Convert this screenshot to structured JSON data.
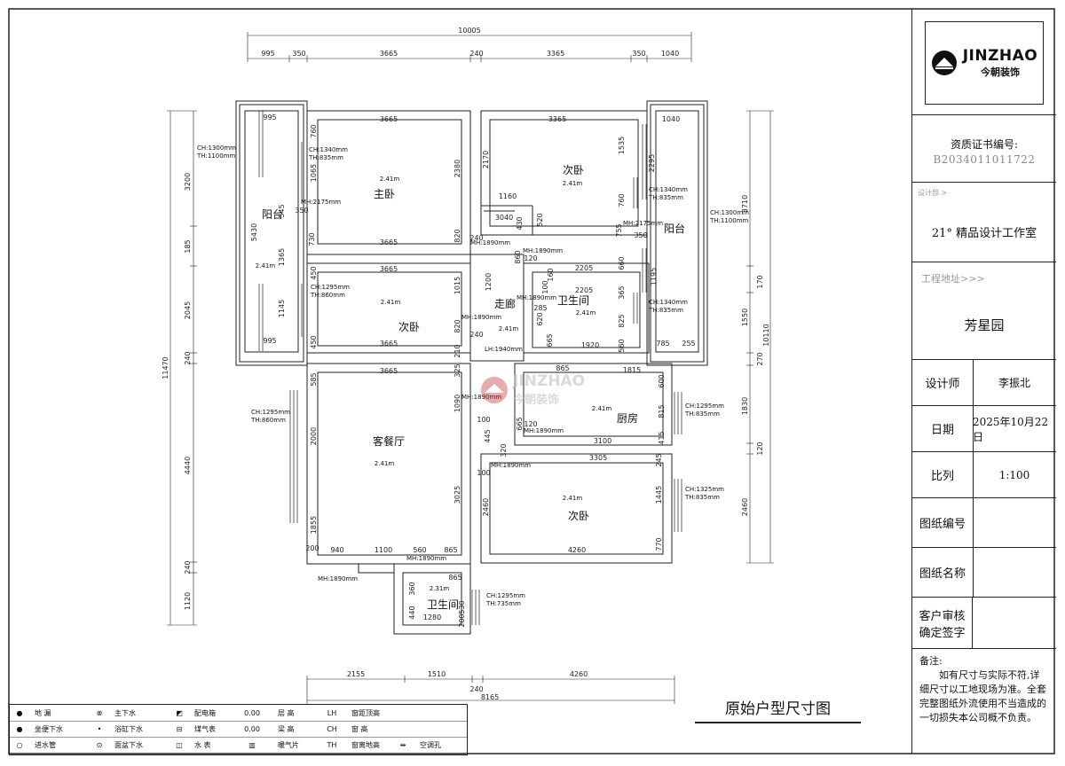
{
  "header": {
    "overall_top": "10005",
    "top_dims": [
      "995",
      "350",
      "3665",
      "240",
      "3365",
      "350",
      "1040"
    ],
    "overall_bottom": "8165",
    "bottom_dims": [
      "2155",
      "1510",
      "4260"
    ],
    "bottom_240": "240",
    "left_overall": "11470",
    "left_dims": [
      "3200",
      "5430",
      "185",
      "2045",
      "240",
      "4440",
      "240",
      "1120"
    ],
    "right_overall": "10110",
    "right_dims": [
      "3710",
      "170",
      "1550",
      "270",
      "1830",
      "120",
      "2460"
    ]
  },
  "rooms": {
    "master_bedroom": "主卧",
    "second_bedroom_ne": "次卧",
    "second_bedroom_w": "次卧",
    "second_bedroom_s": "次卧",
    "balcony_w": "阳台",
    "balcony_e": "阳台",
    "corridor": "走廊",
    "bathroom_main": "卫生间",
    "bathroom_small": "卫生间",
    "kitchen": "厨房",
    "living_dining": "客餐厅"
  },
  "heights": {
    "h241": "2.41m",
    "h231": "2.31m",
    "lh": "LH:1940mm"
  },
  "window_notes": [
    {
      "ch": "CH:1300mm",
      "th": "TH:1100mm"
    },
    {
      "ch": "CH:1340mm",
      "th": "TH:835mm"
    },
    {
      "ch": "CH:1295mm",
      "th": "TH:860mm"
    },
    {
      "ch": "CH:1340mm",
      "th": "TH:835mm"
    },
    {
      "ch": "CH:1300mm",
      "th": "TH:1100mm"
    },
    {
      "ch": "CH:1340mm",
      "th": "TH:835mm"
    },
    {
      "ch": "CH:1295mm",
      "th": "TH:835mm"
    },
    {
      "ch": "CH:1325mm",
      "th": "TH:835mm"
    },
    {
      "ch": "CH:1295mm",
      "th": "TH:860mm"
    },
    {
      "ch": "CH:1295mm",
      "th": "TH:735mm"
    }
  ],
  "mh": {
    "mh2175": "MH:2175mm",
    "mh1890": "MH:1890mm"
  },
  "interior_dims": {
    "mb_w": "3665",
    "mb_1": "760",
    "mb_2": "1065",
    "mb_3": "2380",
    "mb_4": "1365",
    "mb_5": "730",
    "mb_6": "545",
    "ne_w": "3365",
    "ne_1": "2170",
    "ne_2": "1535",
    "ne_3": "1160",
    "ne_4": "3040",
    "ne_5": "520",
    "ne_6": "430",
    "ne_7": "760",
    "ne_8": "755",
    "b_w": "995",
    "b_e": "1040",
    "b_2295": "2295",
    "w2_w": "3665",
    "w2_1": "1015",
    "w2_2": "1145",
    "w2_3": "450",
    "w2_4": "820",
    "cor_1": "1200",
    "cor_2": "240",
    "cor_3": "860",
    "cor_4": "120",
    "bath_1": "2205",
    "bath_2": "2205",
    "bath_3": "160",
    "bath_4": "100",
    "bath_5": "1920",
    "bath_6": "825",
    "bath_7": "660",
    "bath_8": "365",
    "bath_9": "1195",
    "bath_10": "560",
    "bath_11": "620",
    "bath_12": "285",
    "bath_13": "665",
    "r_785": "785",
    "r_255": "255",
    "r_350": "350",
    "k_1": "865",
    "k_2": "1815",
    "k_3": "600",
    "k_4": "815",
    "k_5": "415",
    "k_6": "3100",
    "k_7": "665",
    "k_8": "120",
    "lr_w": "3665",
    "lr_1": "585",
    "lr_2": "2000",
    "lr_3": "1855",
    "lr_4": "200",
    "lr_5": "940",
    "lr_6": "1100",
    "lr_7": "560",
    "lr_8": "865",
    "lr_9": "1090",
    "lr_10": "3025",
    "lr_11": "325",
    "lr_12": "210",
    "s_w": "3305",
    "s_1": "4260",
    "s_2": "2460",
    "s_3": "1445",
    "s_4": "770",
    "s_5": "245",
    "s_6": "100",
    "s_7": "445",
    "s_8": "320",
    "sb_1": "865",
    "sb_2": "1280",
    "sb_3": "440",
    "sb_4": "530",
    "sb_5": "200",
    "sb_6": "360"
  },
  "sidebar": {
    "brand_en": "JINZHAO",
    "brand_cn": "今朝装饰",
    "cert_label": "资质证书编号:",
    "cert_value": "B2034011011722",
    "designer_dept_label": "设计部 >",
    "studio": "21° 精品设计工作室",
    "project_address_label": "工程地址>>>",
    "project_name": "芳星园",
    "designer_label": "设计师",
    "designer_value": "李振北",
    "date_label": "日期",
    "date_value": "2025年10月22日",
    "scale_label": "比列",
    "scale_value": "1:100",
    "drawing_no_label": "图纸编号",
    "drawing_name_label": "图纸名称",
    "client_sign_label": "客户审核确定签字",
    "remarks_title": "备注:",
    "remarks_text": "如有尺寸与实际不符,详细尺寸以工地现场为准。全套完整图纸外流使用不当造成的一切损失本公司概不负责。"
  },
  "caption": "原始户型尺寸图",
  "legend": {
    "rows": [
      [
        {
          "sym": "●",
          "label": "地  漏"
        },
        {
          "sym": "⊗",
          "label": "主下水"
        },
        {
          "sym": "◩",
          "label": "配电箱"
        },
        {
          "sym": "0.00",
          "label": "层  高"
        },
        {
          "sym": "LH",
          "label": "窗距顶高"
        }
      ],
      [
        {
          "sym": "●",
          "label": "坐便下水"
        },
        {
          "sym": "•",
          "label": "浴缸下水"
        },
        {
          "sym": "⊟",
          "label": "煤气表"
        },
        {
          "sym": "0.00",
          "label": "梁  高"
        },
        {
          "sym": "CH",
          "label": "窗  高"
        }
      ],
      [
        {
          "sym": "○",
          "label": "进水管"
        },
        {
          "sym": "⊙",
          "label": "面盆下水"
        },
        {
          "sym": "◫",
          "label": "水  表"
        },
        {
          "sym": "▥",
          "label": "暖气片"
        },
        {
          "sym": "TH",
          "label": "窗离地高"
        },
        {
          "sym": "⇹",
          "label": "空调孔"
        }
      ]
    ]
  },
  "colors": {
    "line": "#222222",
    "accent": "#c62828",
    "muted": "#888888"
  }
}
